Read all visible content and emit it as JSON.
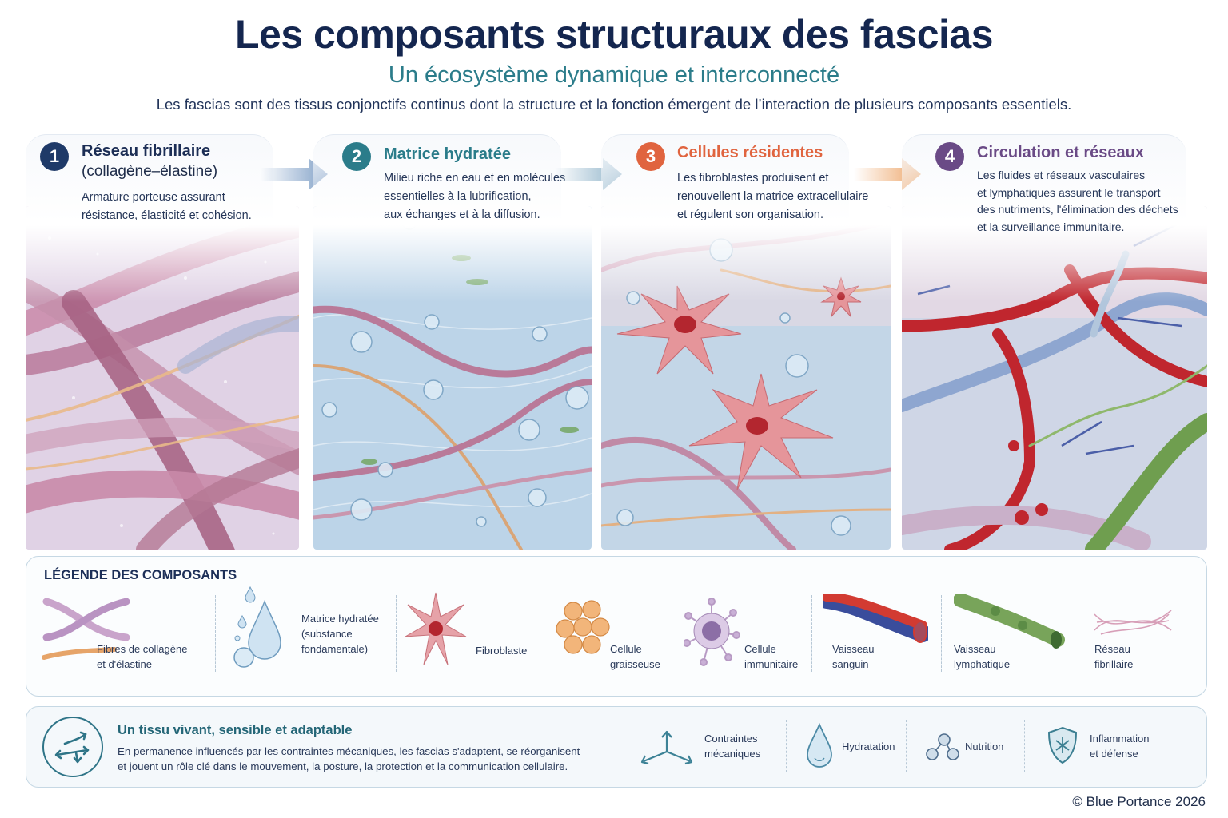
{
  "header": {
    "title": "Les composants structuraux des fascias",
    "subtitle": "Un écosystème dynamique et interconnecté",
    "intro": "Les fascias sont des tissus conjonctifs continus dont la structure et la fonction émergent de l’interaction de plusieurs composants essentiels."
  },
  "panels": [
    {
      "number": "1",
      "title": "Réseau fibrillaire",
      "subtitle": "(collagène–élastine)",
      "description": [
        "Armature porteuse assurant",
        "résistance, élasticité et cohésion."
      ],
      "color": "#1f3a68",
      "illustration": "collagen-elastin-fiber-network"
    },
    {
      "number": "2",
      "title": "Matrice hydratée",
      "subtitle": "",
      "description": [
        "Milieu riche en eau et en molécules",
        "essentielles à la lubrification,",
        "aux échanges et à la diffusion."
      ],
      "color": "#2b7c8a",
      "illustration": "hydrated-matrix-water-droplets"
    },
    {
      "number": "3",
      "title": "Cellules résidentes",
      "subtitle": "",
      "description": [
        "Les fibroblastes produisent et",
        "renouvellent la matrice extracellulaire",
        "et régulent son organisation."
      ],
      "color": "#e0643f",
      "illustration": "fibroblast-cells-in-matrix"
    },
    {
      "number": "4",
      "title": "Circulation et réseaux",
      "subtitle": "",
      "description": [
        "Les fluides et réseaux vasculaires",
        "et lymphatiques assurent le transport",
        "des nutriments, l'élimination des déchets",
        "et la surveillance immunitaire."
      ],
      "color": "#6a4a86",
      "illustration": "blood-and-lymphatic-vessels"
    }
  ],
  "flow_arrows": [
    {
      "from": "1",
      "to": "2",
      "color": "#7f9fc6"
    },
    {
      "from": "2",
      "to": "3",
      "color": "#8fb3c9"
    },
    {
      "from": "3",
      "to": "4",
      "color": "#eda66a"
    }
  ],
  "legend": {
    "title": "LÉGENDE DES COMPOSANTS",
    "items": [
      {
        "icon": "collagen-fiber-icon",
        "lines": [
          "Fibres de collagène",
          "et d'élastine"
        ]
      },
      {
        "icon": "water-drop-icon",
        "lines": [
          "Matrice hydratée",
          "(substance",
          "fondamentale)"
        ]
      },
      {
        "icon": "fibroblast-icon",
        "lines": [
          "Fibroblaste"
        ]
      },
      {
        "icon": "fat-cell-icon",
        "lines": [
          "Cellule",
          "graisseuse"
        ]
      },
      {
        "icon": "immune-cell-icon",
        "lines": [
          "Cellule",
          "immunitaire"
        ]
      },
      {
        "icon": "blood-vessel-icon",
        "lines": [
          "Vaisseau",
          "sanguin"
        ]
      },
      {
        "icon": "lymphatic-vessel-icon",
        "lines": [
          "Vaisseau",
          "lymphatique"
        ]
      },
      {
        "icon": "fibrillar-network-icon",
        "lines": [
          "Réseau",
          "fibrillaire"
        ]
      }
    ]
  },
  "band": {
    "title": "Un tissu vivant, sensible et adaptable",
    "text": [
      "En permanence influencés par les contraintes mécaniques, les fascias s'adaptent, se réorganisent",
      "et jouent un rôle clé dans le mouvement, la posture, la protection et la communication cellulaire."
    ],
    "items": [
      {
        "icon": "mechanical-stress-arrows-icon",
        "lines": [
          "Contraintes",
          "mécaniques"
        ]
      },
      {
        "icon": "hydration-drop-icon",
        "lines": [
          "Hydratation"
        ]
      },
      {
        "icon": "nutrition-molecule-icon",
        "lines": [
          "Nutrition"
        ]
      },
      {
        "icon": "shield-defense-icon",
        "lines": [
          "Inflammation",
          "et défense"
        ]
      }
    ]
  },
  "footer": {
    "copyright": "© Blue Portance 2026"
  },
  "colors": {
    "title": "#14264f",
    "subtitle": "#2b7c8a",
    "border": "#c6d8e4"
  }
}
